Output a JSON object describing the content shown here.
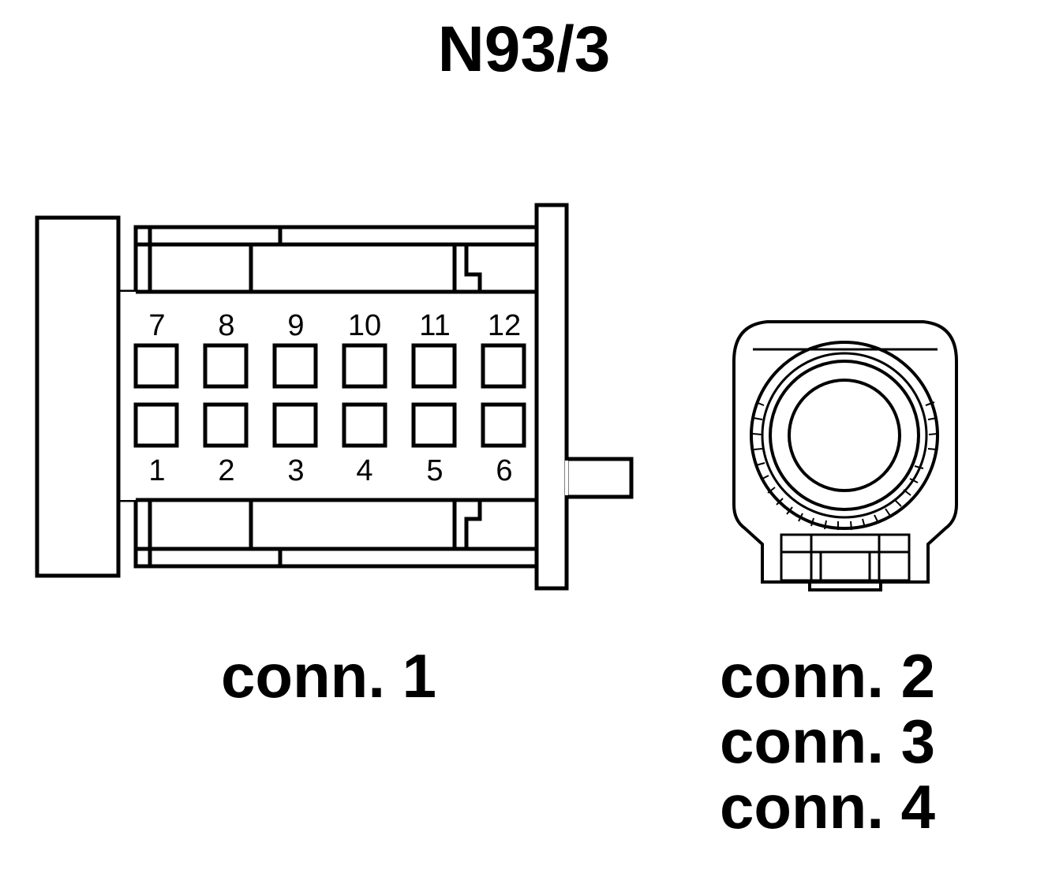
{
  "title": "N93/3",
  "connector1": {
    "label": "conn. 1",
    "top_row_pins": [
      "7",
      "8",
      "9",
      "10",
      "11",
      "12"
    ],
    "bottom_row_pins": [
      "1",
      "2",
      "3",
      "4",
      "5",
      "6"
    ]
  },
  "connector2": {
    "labels": [
      "conn. 2",
      "conn. 3",
      "conn. 4"
    ]
  }
}
